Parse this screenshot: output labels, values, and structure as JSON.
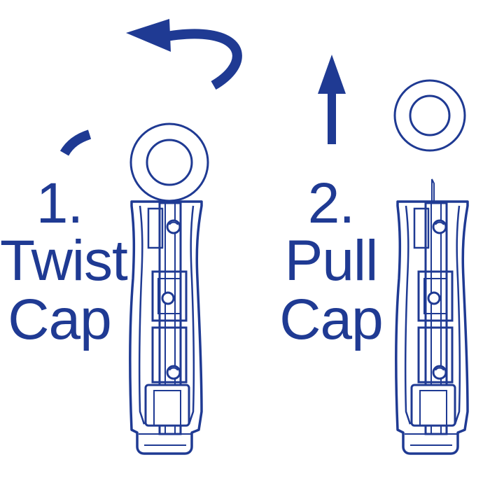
{
  "colors": {
    "primary": "#1f3a93",
    "background": "#ffffff"
  },
  "steps": [
    {
      "number": "1.",
      "line1": "Twist",
      "line2": "Cap"
    },
    {
      "number": "2.",
      "line1": "Pull",
      "line2": "Cap"
    }
  ]
}
